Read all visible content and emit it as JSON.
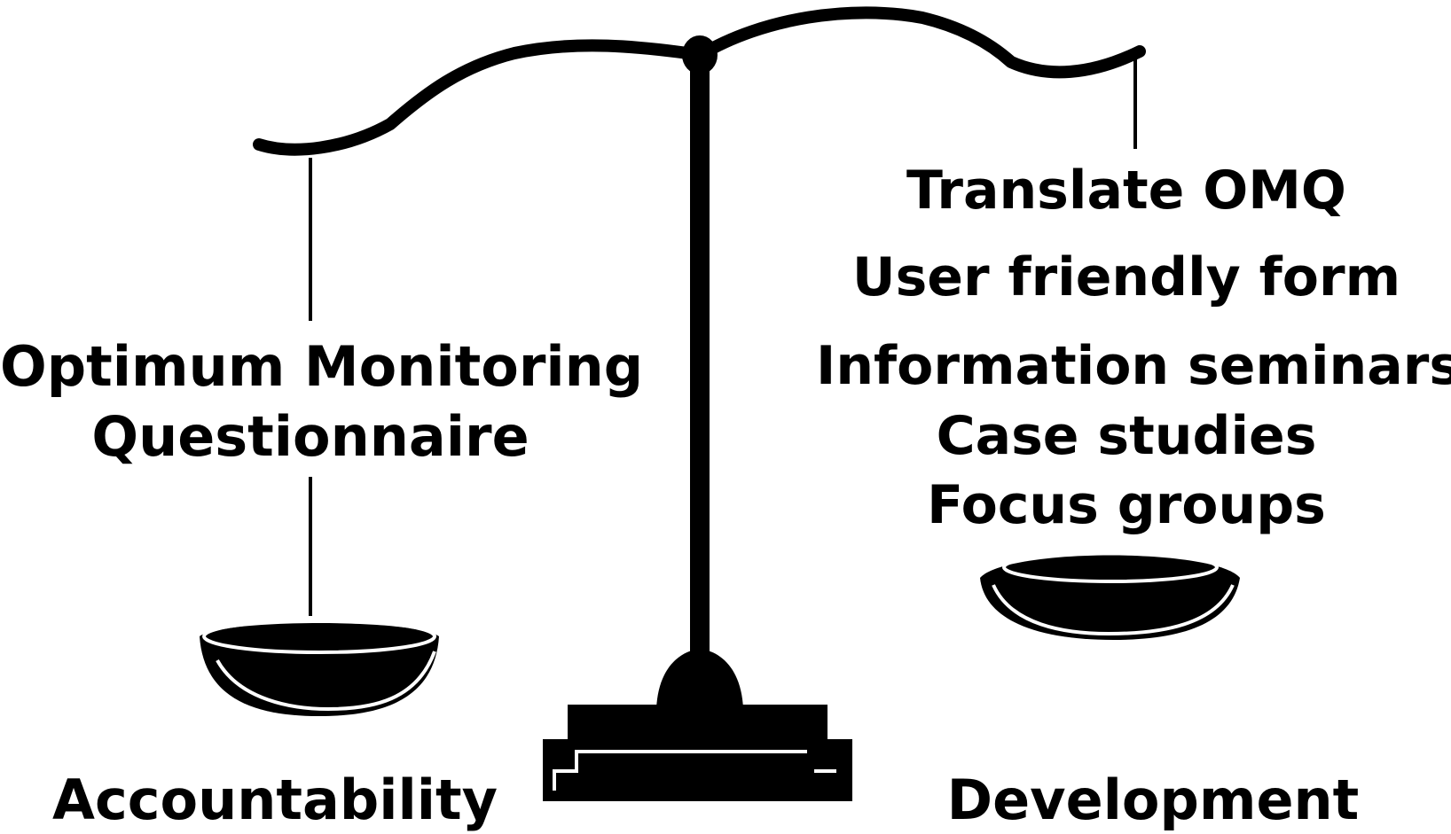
{
  "left_pan": {
    "label_line1": "Optimum Monitoring",
    "label_line2": "Questionnaire",
    "caption": "Accountability"
  },
  "right_pan": {
    "items": [
      "Translate OMQ",
      "User friendly form",
      "Information seminars",
      "Case studies",
      "Focus groups"
    ],
    "caption": "Development"
  }
}
